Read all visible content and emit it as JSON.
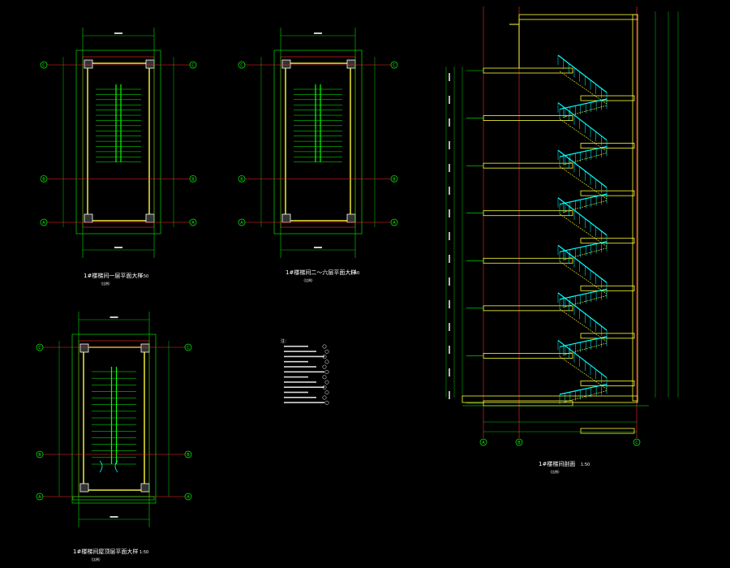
{
  "drawing": {
    "background": "#000000",
    "colors": {
      "axis": "#00ff00",
      "grid": "#ff2a2a",
      "wall": "#ffff33",
      "rail": "#00ffff",
      "text": "#ffffff",
      "dim": "#00cc00"
    },
    "views": [
      {
        "id": "plan-ground",
        "title": "1#楼梯间一层平面大样",
        "scale": "1:50",
        "subtitle": "（比例）"
      },
      {
        "id": "plan-typical",
        "title": "1#楼梯间二～六层平面大样",
        "scale": "1:50",
        "subtitle": "（比例）"
      },
      {
        "id": "plan-roof",
        "title": "1#楼梯间屋顶层平面大样",
        "scale": "1:50",
        "subtitle": "（比例）"
      },
      {
        "id": "section",
        "title": "1#楼梯间剖面",
        "scale": "1:50",
        "subtitle": "（比例）"
      }
    ],
    "notes_title": "注：",
    "note_count": 12,
    "axis_bubbles": {
      "vertical": [
        "C",
        "B",
        "A"
      ],
      "section_bottom": [
        "A",
        "B",
        "C"
      ]
    },
    "floors": 7
  }
}
